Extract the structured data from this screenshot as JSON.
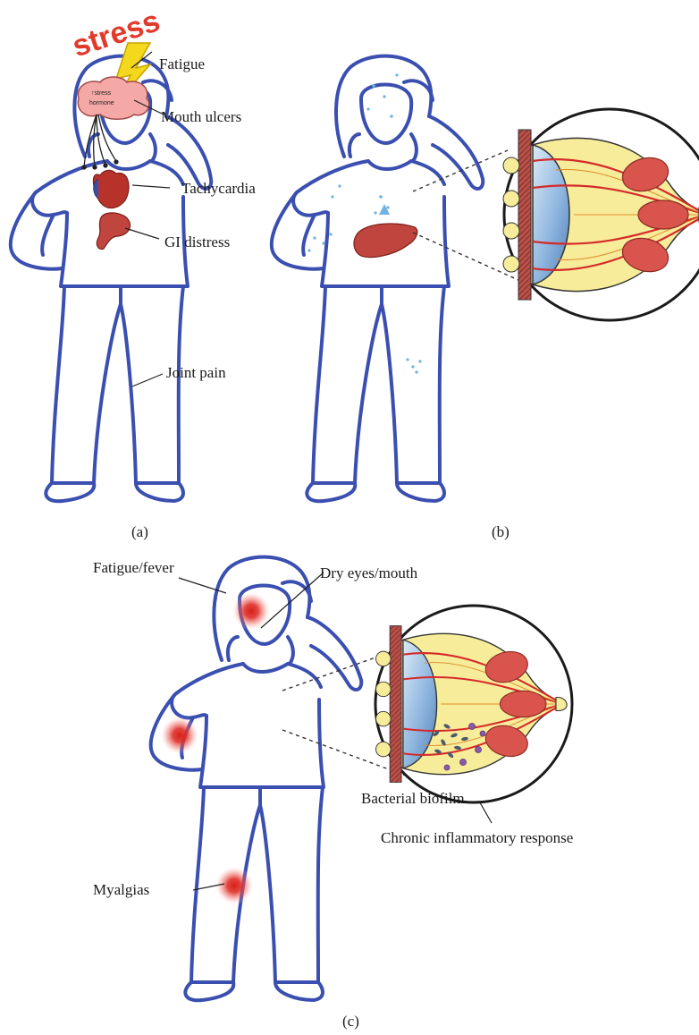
{
  "panel_a": {
    "caption": "(a)",
    "stress_word": "stress",
    "brain_text": "↑stress hormone",
    "labels": {
      "fatigue": "Fatigue",
      "mouth_ulcers": "Mouth ulcers",
      "tachycardia": "Tachycardia",
      "gi_distress": "GI distress",
      "joint_pain": "Joint pain"
    }
  },
  "panel_b": {
    "caption": "(b)"
  },
  "panel_c": {
    "caption": "(c)",
    "labels": {
      "fatigue_fever": "Fatigue/fever",
      "dry_eyes_mouth": "Dry eyes/mouth",
      "myalgias": "Myalgias",
      "bacterial_biofilm": "Bacterial biofilm",
      "chronic_inflammatory_response": "Chronic inflammatory response"
    }
  },
  "colors": {
    "outline": "#3a4fb0",
    "accent_red": "#e23a2b",
    "breast_fill": "#f7ec9a",
    "implant": "#9fc3e6",
    "muscle": "#c0564f",
    "lightning": "#f4d81e"
  }
}
